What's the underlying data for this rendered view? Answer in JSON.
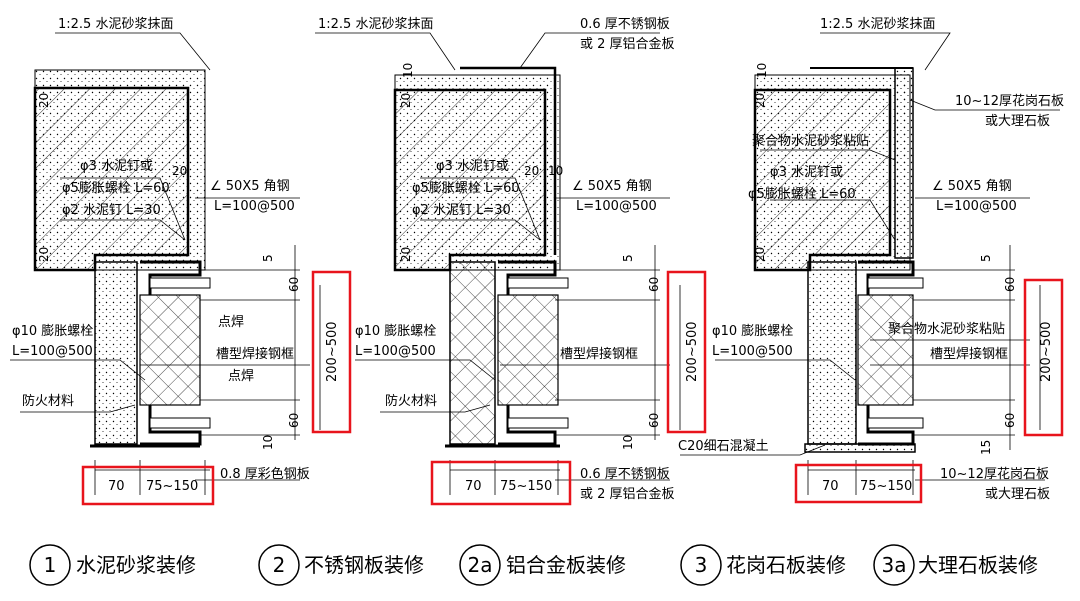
{
  "colors": {
    "line": "#000000",
    "highlight": "#e8141c",
    "background": "#ffffff"
  },
  "details": [
    {
      "id": "1",
      "labels": {
        "top": "1:2.5 水泥砂浆抹面",
        "nail1": "φ3 水泥钉或",
        "nail2": "φ5膨胀螺栓 L=60",
        "nail3": "φ2 水泥钉 L=30",
        "angle1": "∠ 50X5 角钢",
        "angle2": "L=100@500",
        "bolt1": "φ10 膨胀螺栓",
        "bolt2": "L=100@500",
        "weld1": "点焊",
        "frame": "槽型焊接钢框",
        "weld2": "点焊",
        "fire": "防火材料",
        "panel": "0.8 厚彩色钢板"
      },
      "dims": {
        "d20a": "20",
        "d20b": "20",
        "d20c": "20",
        "d5": "5",
        "d60a": "60",
        "d60b": "60",
        "d10": "10",
        "span": "200~500",
        "w70": "70",
        "w75": "75~150"
      }
    },
    {
      "id": "2",
      "labels": {
        "top": "1:2.5 水泥砂浆抹面",
        "sheet1": "0.6 厚不锈钢板",
        "sheet2": "或 2 厚铝合金板",
        "nail1": "φ3 水泥钉或",
        "nail2": "φ5膨胀螺栓 L=60",
        "nail3": "φ2 水泥钉 L=30",
        "angle1": "∠ 50X5 角钢",
        "angle2": "L=100@500",
        "bolt1": "φ10 膨胀螺栓",
        "bolt2": "L=100@500",
        "frame": "槽型焊接钢框",
        "fire": "防火材料",
        "panel1": "0.6 厚不锈钢板",
        "panel2": "或 2 厚铝合金板"
      },
      "dims": {
        "d10": "10",
        "d20a": "20",
        "d20b": "20",
        "d10b": "10",
        "d20c": "20",
        "d5": "5",
        "d60a": "60",
        "d60b": "60",
        "d10c": "10",
        "span": "200~500",
        "w70": "70",
        "w75": "75~150"
      }
    },
    {
      "id": "3",
      "labels": {
        "top": "1:2.5 水泥砂浆抹面",
        "stone1": "10~12厚花岗石板",
        "stone2": "或大理石板",
        "mortar": "聚合物水泥砂浆粘贴",
        "nail1": "φ3 水泥钉或",
        "nail2": "φ5膨胀螺栓 L=60",
        "angle1": "∠ 50X5 角钢",
        "angle2": "L=100@500",
        "bolt1": "φ10 膨胀螺栓",
        "bolt2": "L=100@500",
        "mortar2": "聚合物水泥砂浆粘贴",
        "frame": "槽型焊接钢框",
        "concrete": "C20细石混凝土",
        "bstone1": "10~12厚花岗石板",
        "bstone2": "或大理石板"
      },
      "dims": {
        "d10": "10",
        "d20a": "20",
        "d20b": "20",
        "d5": "5",
        "d60a": "60",
        "d60b": "60",
        "d15": "15",
        "span": "200~500",
        "w70": "70",
        "w75": "75~150"
      }
    }
  ],
  "legend": [
    {
      "num": "1",
      "label": "水泥砂浆装修"
    },
    {
      "num": "2",
      "label": "不锈钢板装修"
    },
    {
      "num": "2a",
      "label": "铝合金板装修"
    },
    {
      "num": "3",
      "label": "花岗石板装修"
    },
    {
      "num": "3a",
      "label": "大理石板装修"
    }
  ]
}
